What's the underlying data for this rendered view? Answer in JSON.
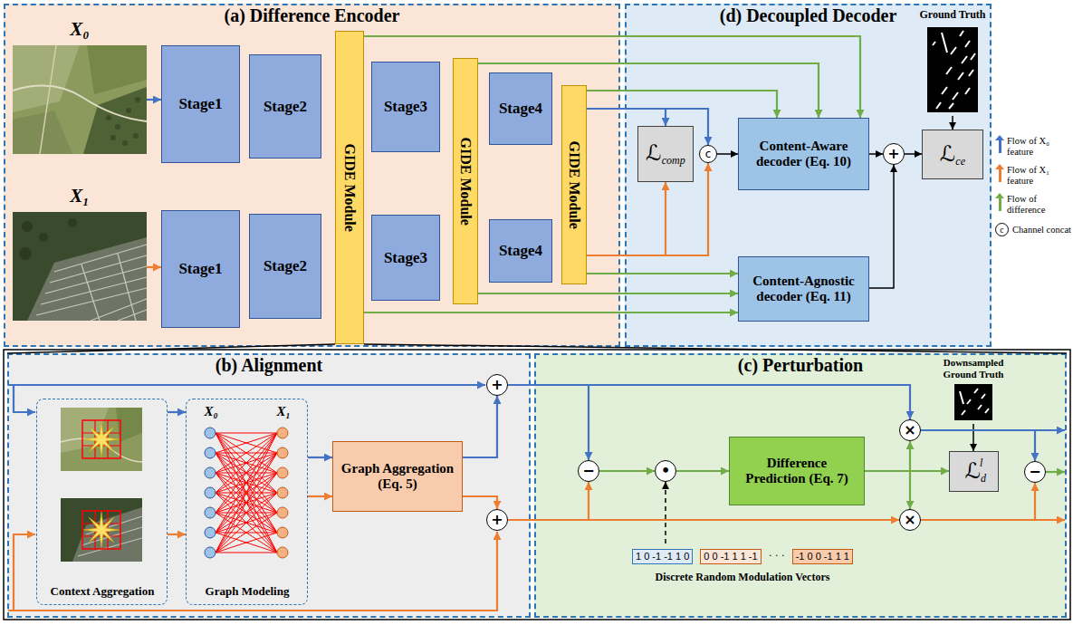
{
  "diagram": {
    "nodes": [
      {
        "text": [
          "(a) Difference Encoder"
        ]
      },
      {
        "text": [
          "X₀"
        ],
        "in": 0
      },
      {
        "text": [
          "X₁"
        ],
        "in": 0
      },
      {
        "text": [
          "Stage1"
        ],
        "in": 0
      },
      {
        "text": [
          "Stage2"
        ],
        "in": 0
      },
      {
        "text": [
          "GIDE Module"
        ],
        "in": 0
      },
      {
        "text": [
          "Stage3"
        ],
        "in": 0
      },
      {
        "text": [
          "GIDE Module"
        ],
        "in": 0
      },
      {
        "text": [
          "Stage4"
        ],
        "in": 0
      },
      {
        "text": [
          "GIDE Module"
        ],
        "in": 0
      },
      {
        "text": [
          "Stage1"
        ],
        "in": 0
      },
      {
        "text": [
          "Stage2"
        ],
        "in": 0
      },
      {
        "text": [
          "Stage3"
        ],
        "in": 0
      },
      {
        "text": [
          "Stage4"
        ],
        "in": 0
      },
      {
        "text": [
          "(d) Decoupled Decoder"
        ]
      },
      {
        "text": [
          "ℒ",
          "comp"
        ],
        "in": 14
      },
      {
        "text": [
          "c"
        ],
        "in": 14
      },
      {
        "text": [
          "Content-Aware decoder (Eq. 10)"
        ],
        "in": 14
      },
      {
        "text": [
          "+"
        ],
        "in": 14
      },
      {
        "text": [
          "Content-Agnostic decoder (Eq. 11)"
        ],
        "in": 14
      },
      {
        "text": [
          "Ground Truth"
        ],
        "in": 14
      },
      {
        "text": [
          "ℒ",
          "ce"
        ],
        "in": 14
      },
      {
        "text": [
          "(b) Alignment"
        ]
      },
      {
        "text": [
          "Context Aggregation"
        ],
        "in": 22
      },
      {
        "text": [
          "X₀",
          "X₁",
          "Graph Modeling"
        ],
        "in": 22
      },
      {
        "text": [
          "Graph Aggregation (Eq. 5)"
        ],
        "in": 22
      },
      {
        "text": [
          "+"
        ],
        "in": 22
      },
      {
        "text": [
          "+"
        ],
        "in": 22
      },
      {
        "text": [
          "(c) Perturbation"
        ]
      },
      {
        "text": [
          "−"
        ],
        "in": 28
      },
      {
        "text": [
          "•"
        ],
        "in": 28
      },
      {
        "text": [
          "Difference Prediction (Eq. 7)"
        ],
        "in": 28
      },
      {
        "text": [
          "×"
        ],
        "in": 28
      },
      {
        "text": [
          "×"
        ],
        "in": 28
      },
      {
        "text": [
          "ℒ",
          "d",
          "l"
        ],
        "in": 28
      },
      {
        "text": [
          "−"
        ],
        "in": 28
      },
      {
        "text": [
          "Downsampled Ground Truth"
        ],
        "in": 28
      },
      {
        "text": [
          "1 0 -1 -1 1 0",
          "0 0 -1 1 1 -1",
          "· · ·",
          "-1 0 0 -1 1 1",
          "Discrete Random Modulation Vectors"
        ],
        "in": 28
      }
    ],
    "edges": [
      {
        "from": 1,
        "to": 3,
        "arrow": "to"
      },
      {
        "from": 2,
        "to": 10,
        "arrow": "to"
      },
      {
        "from": 5,
        "to": 17,
        "arrow": "to"
      },
      {
        "from": 7,
        "to": 17,
        "arrow": "to"
      },
      {
        "from": 9,
        "to": 17,
        "arrow": "to"
      },
      {
        "from": 9,
        "to": 15,
        "arrow": "to"
      },
      {
        "from": 9,
        "to": 16,
        "arrow": "to"
      },
      {
        "from": 9,
        "to": 15,
        "arrow": "to"
      },
      {
        "from": 9,
        "to": 16,
        "arrow": "to"
      },
      {
        "from": 16,
        "to": 17,
        "arrow": "to"
      },
      {
        "from": 17,
        "to": 18,
        "arrow": "to"
      },
      {
        "from": 19,
        "to": 18,
        "arrow": "to"
      },
      {
        "from": 18,
        "to": 21,
        "arrow": "to"
      },
      {
        "from": 20,
        "to": 21,
        "arrow": "to"
      },
      {
        "from": 9,
        "to": 19,
        "arrow": "to"
      },
      {
        "from": 7,
        "to": 19,
        "arrow": "to"
      },
      {
        "from": 5,
        "to": 19,
        "arrow": "to"
      },
      {
        "from": 5,
        "to": 22,
        "arrow": "none"
      },
      {
        "from": 5,
        "to": 28,
        "arrow": "none"
      },
      {
        "from": 23,
        "to": 24,
        "arrow": "to"
      },
      {
        "from": 23,
        "to": 24,
        "arrow": "to"
      },
      {
        "from": 24,
        "to": 25,
        "arrow": "to"
      },
      {
        "from": 24,
        "to": 25,
        "arrow": "to"
      },
      {
        "from": 25,
        "to": 26,
        "arrow": "to"
      },
      {
        "from": 25,
        "to": 27,
        "arrow": "to"
      },
      {
        "from": 26,
        "to": 32,
        "arrow": "to"
      },
      {
        "from": 26,
        "to": 29,
        "arrow": "to"
      },
      {
        "from": 27,
        "to": 33,
        "arrow": "to"
      },
      {
        "from": 27,
        "to": 29,
        "arrow": "to"
      },
      {
        "from": 29,
        "to": 30,
        "arrow": "to"
      },
      {
        "from": 37,
        "to": 30,
        "arrow": "to"
      },
      {
        "from": 30,
        "to": 31,
        "arrow": "to"
      },
      {
        "from": 31,
        "to": 34,
        "arrow": "to"
      },
      {
        "from": 31,
        "to": 32,
        "arrow": "to"
      },
      {
        "from": 31,
        "to": 33,
        "arrow": "to"
      },
      {
        "from": 36,
        "to": 34,
        "arrow": "to"
      },
      {
        "from": 32,
        "to": 35,
        "arrow": "to"
      },
      {
        "from": 33,
        "to": 35,
        "arrow": "to"
      }
    ],
    "labels": [
      "c"
    ],
    "legend": [
      {
        "text": "Flow of X₀ feature",
        "color": "#4472c4"
      },
      {
        "text": "Flow of X₁ feature",
        "color": "#ed7d31"
      },
      {
        "text": "Flow of difference",
        "color": "#70ad47"
      },
      {
        "text": "Channel concat"
      }
    ]
  }
}
